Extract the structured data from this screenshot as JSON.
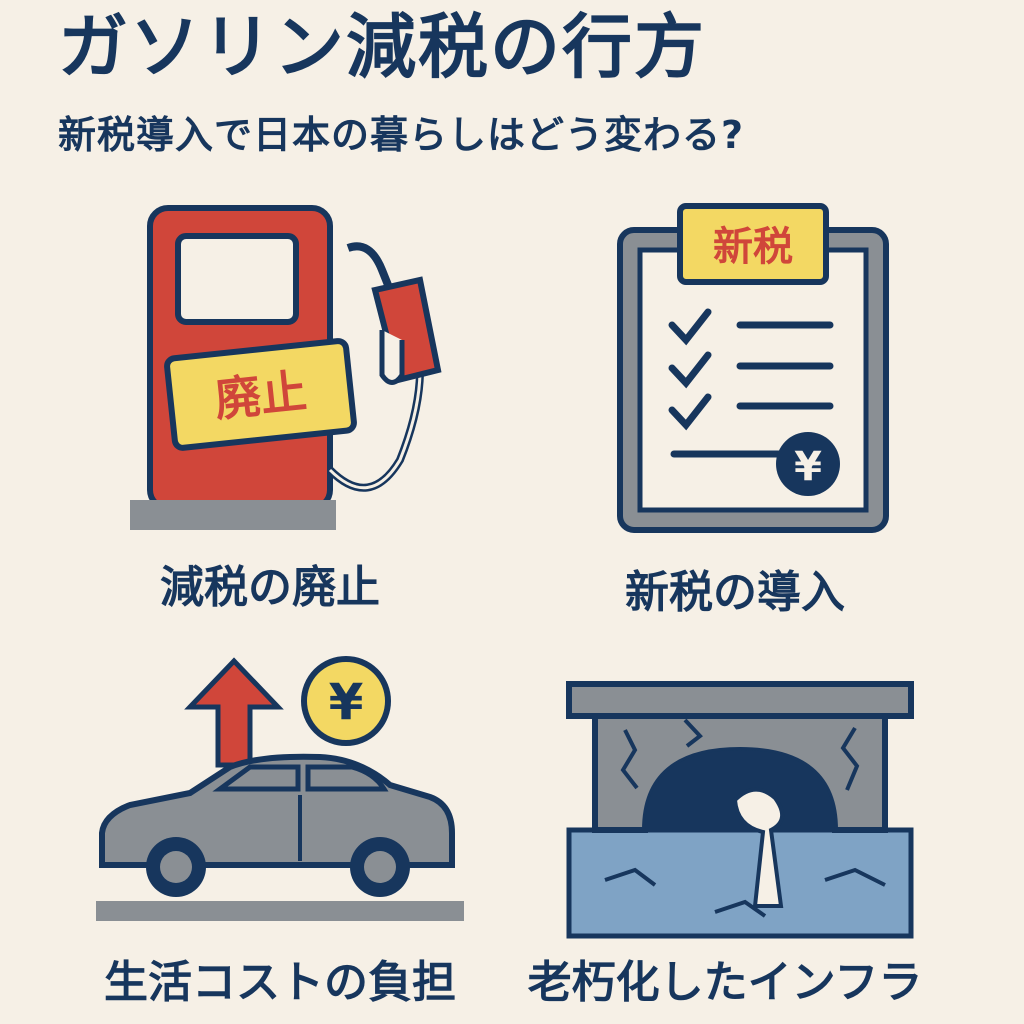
{
  "header": {
    "title": "ガソリン減税の行方",
    "subtitle": "新税導入で日本の暮らしはどう変わる?"
  },
  "panels": [
    {
      "caption": "減税の廃止",
      "badge": "廃止",
      "icon": "fuel-pump-icon"
    },
    {
      "caption": "新税の導入",
      "badge": "新税",
      "icon": "clipboard-checklist-icon",
      "symbol": "¥"
    },
    {
      "caption": "生活コストの負担",
      "icon": "car-cost-icon",
      "symbol": "¥"
    },
    {
      "caption": "老朽化したインフラ",
      "icon": "cracked-bridge-icon"
    }
  ],
  "colors": {
    "background": "#f6f0e6",
    "navy": "#17365d",
    "red": "#d0463a",
    "yellow": "#f3d863",
    "gray": "#8a8f94",
    "blue_water": "#7fa3c5"
  }
}
